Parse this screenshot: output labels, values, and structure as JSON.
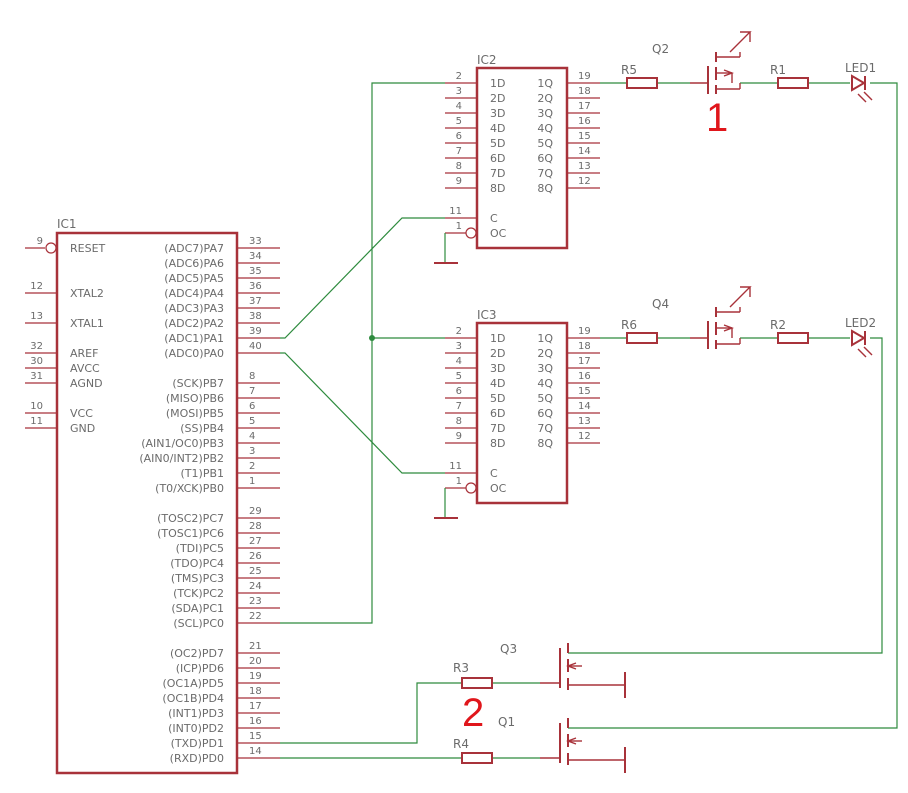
{
  "ic1": {
    "name": "IC1",
    "left_pins": [
      {
        "num": "9",
        "label": "RESET"
      },
      {
        "num": "12",
        "label": "XTAL2"
      },
      {
        "num": "13",
        "label": "XTAL1"
      },
      {
        "num": "32",
        "label": "AREF"
      },
      {
        "num": "30",
        "label": "AVCC"
      },
      {
        "num": "31",
        "label": "AGND"
      },
      {
        "num": "10",
        "label": "VCC"
      },
      {
        "num": "11",
        "label": "GND"
      }
    ],
    "right_pins": [
      {
        "num": "33",
        "label": "(ADC7)PA7"
      },
      {
        "num": "34",
        "label": "(ADC6)PA6"
      },
      {
        "num": "35",
        "label": "(ADC5)PA5"
      },
      {
        "num": "36",
        "label": "(ADC4)PA4"
      },
      {
        "num": "37",
        "label": "(ADC3)PA3"
      },
      {
        "num": "38",
        "label": "(ADC2)PA2"
      },
      {
        "num": "39",
        "label": "(ADC1)PA1"
      },
      {
        "num": "40",
        "label": "(ADC0)PA0"
      },
      {
        "num": "8",
        "label": "(SCK)PB7"
      },
      {
        "num": "7",
        "label": "(MISO)PB6"
      },
      {
        "num": "6",
        "label": "(MOSI)PB5"
      },
      {
        "num": "5",
        "label": "(SS)PB4"
      },
      {
        "num": "4",
        "label": "(AIN1/OC0)PB3"
      },
      {
        "num": "3",
        "label": "(AIN0/INT2)PB2"
      },
      {
        "num": "2",
        "label": "(T1)PB1"
      },
      {
        "num": "1",
        "label": "(T0/XCK)PB0"
      },
      {
        "num": "29",
        "label": "(TOSC2)PC7"
      },
      {
        "num": "28",
        "label": "(TOSC1)PC6"
      },
      {
        "num": "27",
        "label": "(TDI)PC5"
      },
      {
        "num": "26",
        "label": "(TDO)PC4"
      },
      {
        "num": "25",
        "label": "(TMS)PC3"
      },
      {
        "num": "24",
        "label": "(TCK)PC2"
      },
      {
        "num": "23",
        "label": "(SDA)PC1"
      },
      {
        "num": "22",
        "label": "(SCL)PC0"
      },
      {
        "num": "21",
        "label": "(OC2)PD7"
      },
      {
        "num": "20",
        "label": "(ICP)PD6"
      },
      {
        "num": "19",
        "label": "(OC1A)PD5"
      },
      {
        "num": "18",
        "label": "(OC1B)PD4"
      },
      {
        "num": "17",
        "label": "(INT1)PD3"
      },
      {
        "num": "16",
        "label": "(INT0)PD2"
      },
      {
        "num": "15",
        "label": "(TXD)PD1"
      },
      {
        "num": "14",
        "label": "(RXD)PD0"
      }
    ]
  },
  "latches": [
    {
      "name": "IC2",
      "d_pins": [
        {
          "num": "2",
          "label": "1D"
        },
        {
          "num": "3",
          "label": "2D"
        },
        {
          "num": "4",
          "label": "3D"
        },
        {
          "num": "5",
          "label": "4D"
        },
        {
          "num": "6",
          "label": "5D"
        },
        {
          "num": "7",
          "label": "6D"
        },
        {
          "num": "8",
          "label": "7D"
        },
        {
          "num": "9",
          "label": "8D"
        }
      ],
      "q_pins": [
        {
          "num": "19",
          "label": "1Q"
        },
        {
          "num": "18",
          "label": "2Q"
        },
        {
          "num": "17",
          "label": "3Q"
        },
        {
          "num": "16",
          "label": "4Q"
        },
        {
          "num": "15",
          "label": "5Q"
        },
        {
          "num": "14",
          "label": "6Q"
        },
        {
          "num": "13",
          "label": "7Q"
        },
        {
          "num": "12",
          "label": "8Q"
        }
      ],
      "c_pin": {
        "num": "11",
        "label": "C"
      },
      "oc_pin": {
        "num": "1",
        "label": "OC"
      }
    },
    {
      "name": "IC3",
      "d_pins": [
        {
          "num": "2",
          "label": "1D"
        },
        {
          "num": "3",
          "label": "2D"
        },
        {
          "num": "4",
          "label": "3D"
        },
        {
          "num": "5",
          "label": "4D"
        },
        {
          "num": "6",
          "label": "5D"
        },
        {
          "num": "7",
          "label": "6D"
        },
        {
          "num": "8",
          "label": "7D"
        },
        {
          "num": "9",
          "label": "8D"
        }
      ],
      "q_pins": [
        {
          "num": "19",
          "label": "1Q"
        },
        {
          "num": "18",
          "label": "2Q"
        },
        {
          "num": "17",
          "label": "3Q"
        },
        {
          "num": "16",
          "label": "4Q"
        },
        {
          "num": "15",
          "label": "5Q"
        },
        {
          "num": "14",
          "label": "6Q"
        },
        {
          "num": "13",
          "label": "7Q"
        },
        {
          "num": "12",
          "label": "8Q"
        }
      ],
      "c_pin": {
        "num": "11",
        "label": "C"
      },
      "oc_pin": {
        "num": "1",
        "label": "OC"
      }
    }
  ],
  "parts": {
    "r5": "R5",
    "q2": "Q2",
    "r1": "R1",
    "led1": "LED1",
    "r6": "R6",
    "q4": "Q4",
    "r2": "R2",
    "led2": "LED2",
    "r3": "R3",
    "q3": "Q3",
    "r4": "R4",
    "q1": "Q1"
  },
  "annotations": {
    "marker_1": "1",
    "marker_2": "2"
  },
  "colors": {
    "component": "#a8323a",
    "wire": "#2e8b3e",
    "text": "#6b6b6b",
    "annotation": "#e0161b"
  }
}
